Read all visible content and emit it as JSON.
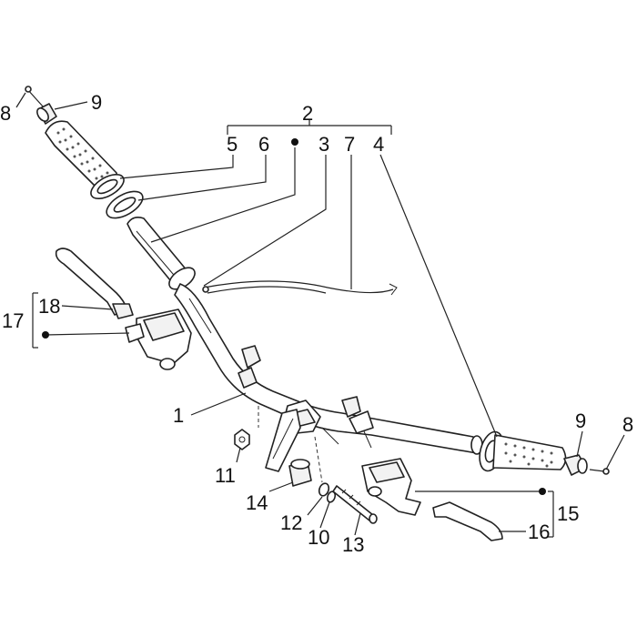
{
  "diagram": {
    "colors": {
      "line": "#222222",
      "background": "#ffffff",
      "label": "#111111"
    },
    "labels": [
      {
        "id": "label-8-left",
        "text": "8"
      },
      {
        "id": "label-9-left",
        "text": "9"
      },
      {
        "id": "label-2",
        "text": "2"
      },
      {
        "id": "label-5",
        "text": "5"
      },
      {
        "id": "label-6",
        "text": "6"
      },
      {
        "id": "label-3",
        "text": "3"
      },
      {
        "id": "label-7",
        "text": "7"
      },
      {
        "id": "label-4",
        "text": "4"
      },
      {
        "id": "label-17",
        "text": "17"
      },
      {
        "id": "label-18",
        "text": "18"
      },
      {
        "id": "label-1",
        "text": "1"
      },
      {
        "id": "label-9-right",
        "text": "9"
      },
      {
        "id": "label-8-right",
        "text": "8"
      },
      {
        "id": "label-11",
        "text": "11"
      },
      {
        "id": "label-14",
        "text": "14"
      },
      {
        "id": "label-12",
        "text": "12"
      },
      {
        "id": "label-10",
        "text": "10"
      },
      {
        "id": "label-13",
        "text": "13"
      },
      {
        "id": "label-15",
        "text": "15"
      },
      {
        "id": "label-16",
        "text": "16"
      }
    ]
  }
}
